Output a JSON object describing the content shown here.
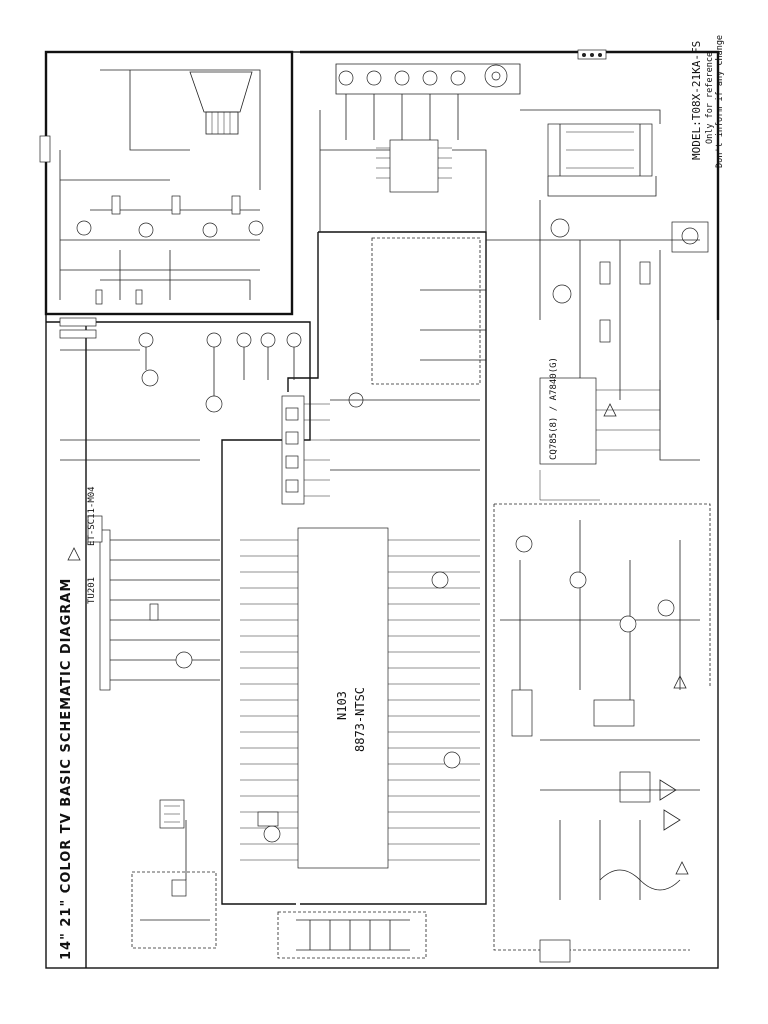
{
  "diagram": {
    "title": "14\" 21\" COLOR TV BASIC SCHEMATIC DIAGRAM",
    "model": "MODEL:T08X-21KA-FS",
    "note_line1": "Only for reference",
    "note_line2": "Don't inform if any change",
    "main_ic_ref": "N103",
    "main_ic_part": "8873-NTSC",
    "tuner_ref": "TU201",
    "tuner_part": "ET-SC11-M04",
    "ic_right": "CQ785(8) / A7840(G)",
    "icons": {
      "tuner": "tuner-block",
      "crt": "crt-neck-icon",
      "flyback": "flyback-transformer-icon",
      "jack": "rca-jack-icon",
      "transistor": "transistor-icon"
    },
    "colors": {
      "ink": "#111111",
      "paper": "#ffffff"
    }
  }
}
